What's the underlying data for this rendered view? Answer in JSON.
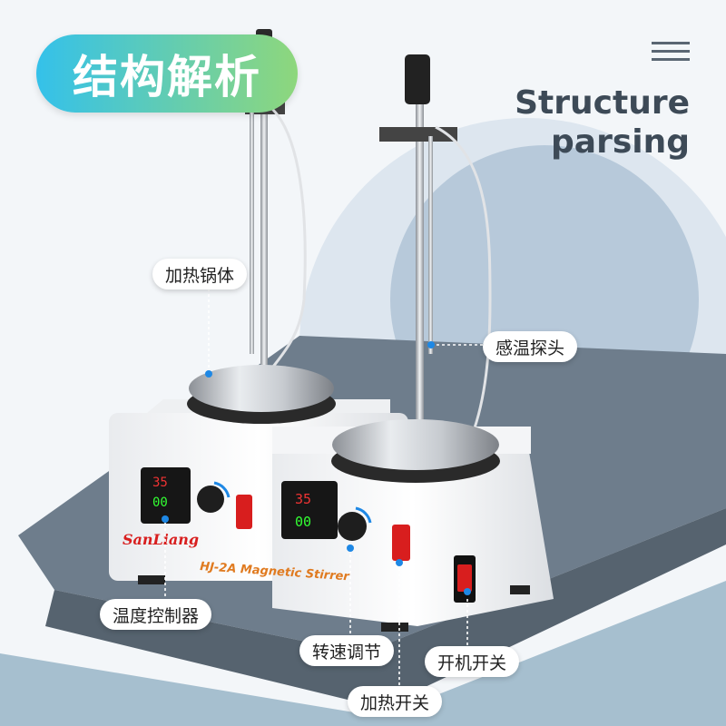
{
  "title_cn": "结构解析",
  "title_en_line1": "Structure",
  "title_en_line2": "parsing",
  "brand_logo": "SanLiang",
  "model_label": "HJ-2A Magnetic Stirrer",
  "display_readings": [
    "35",
    "35"
  ],
  "labels": {
    "heating_pot": "加热锅体",
    "temp_probe": "感温探头",
    "temp_controller": "温度控制器",
    "speed_knob": "转速调节",
    "power_switch": "开机开关",
    "heat_switch": "加热开关"
  },
  "colors": {
    "pill_start": "#34c1ea",
    "pill_end": "#8ed77c",
    "accent_blue": "#1e88e5",
    "switch_red": "#d81e1e"
  }
}
